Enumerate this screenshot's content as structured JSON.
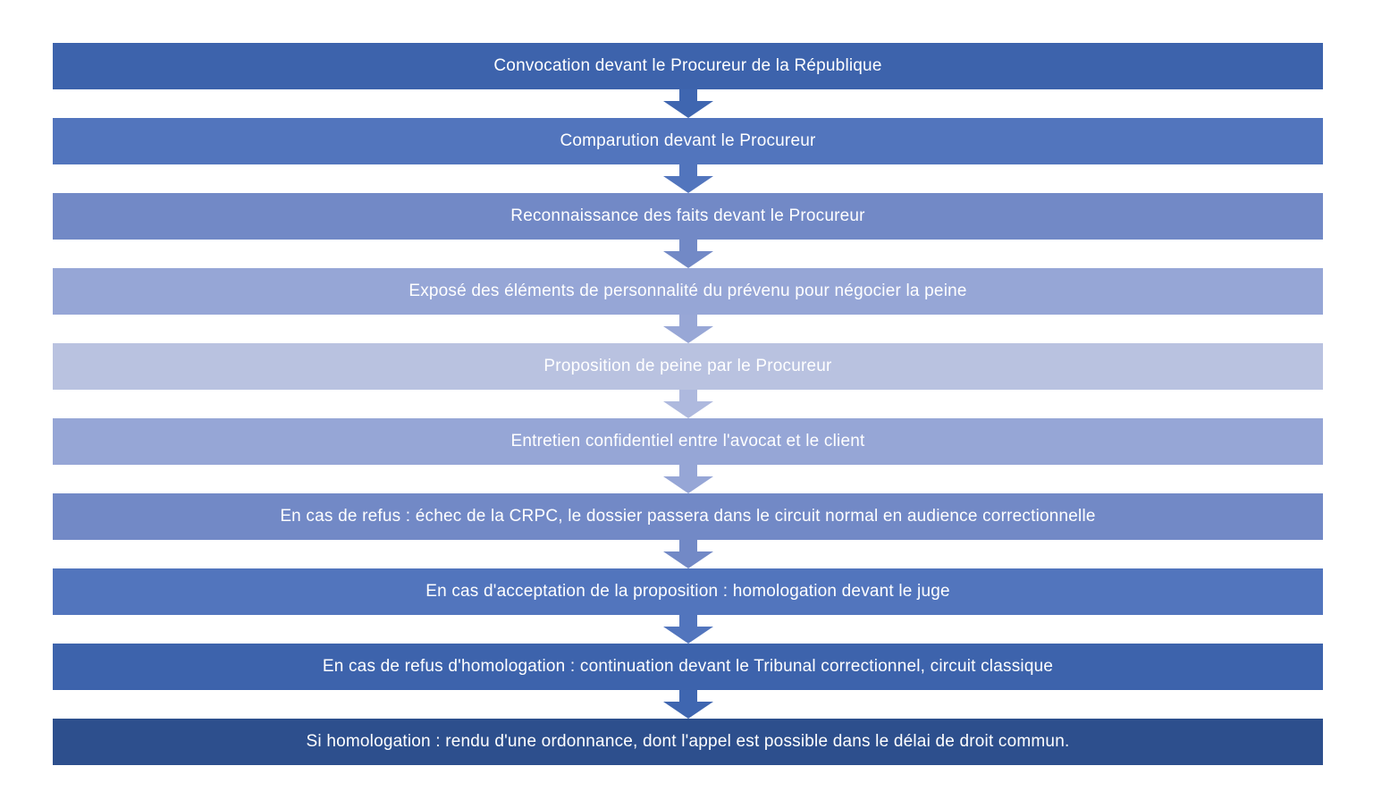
{
  "flowchart": {
    "background_color": "#ffffff",
    "text_color": "#ffffff",
    "steps": [
      {
        "label": "Convocation devant le Procureur de la République",
        "color": "#3d63ac"
      },
      {
        "label": "Comparution devant le Procureur",
        "color": "#5275bd"
      },
      {
        "label": "Reconnaissance des faits devant le Procureur",
        "color": "#7289c6"
      },
      {
        "label": "Exposé des éléments de personnalité du prévenu pour négocier la peine",
        "color": "#96a6d6"
      },
      {
        "label": "Proposition de peine par le Procureur",
        "color": "#b9c2e0"
      },
      {
        "label": "Entretien confidentiel entre l'avocat et le client",
        "color": "#96a6d6"
      },
      {
        "label": "En cas de refus : échec de la CRPC, le dossier passera dans le circuit normal en audience correctionnelle",
        "color": "#7289c6"
      },
      {
        "label": "En cas d'acceptation de la proposition : homologation devant le juge",
        "color": "#5275bd"
      },
      {
        "label": "En cas de refus d'homologation : continuation devant le Tribunal correctionnel, circuit classique",
        "color": "#3d63ac"
      },
      {
        "label": "Si homologation : rendu d'une ordonnance, dont l'appel est possible dans le délai de droit commun.",
        "color": "#2d4f8d"
      }
    ],
    "arrows": [
      {
        "color": "#3f66b0"
      },
      {
        "color": "#5275bd"
      },
      {
        "color": "#7289c6"
      },
      {
        "color": "#98a7d6"
      },
      {
        "color": "#aeb9de"
      },
      {
        "color": "#96a6d6"
      },
      {
        "color": "#7289c6"
      },
      {
        "color": "#5275bd"
      },
      {
        "color": "#3f66b0"
      }
    ]
  }
}
